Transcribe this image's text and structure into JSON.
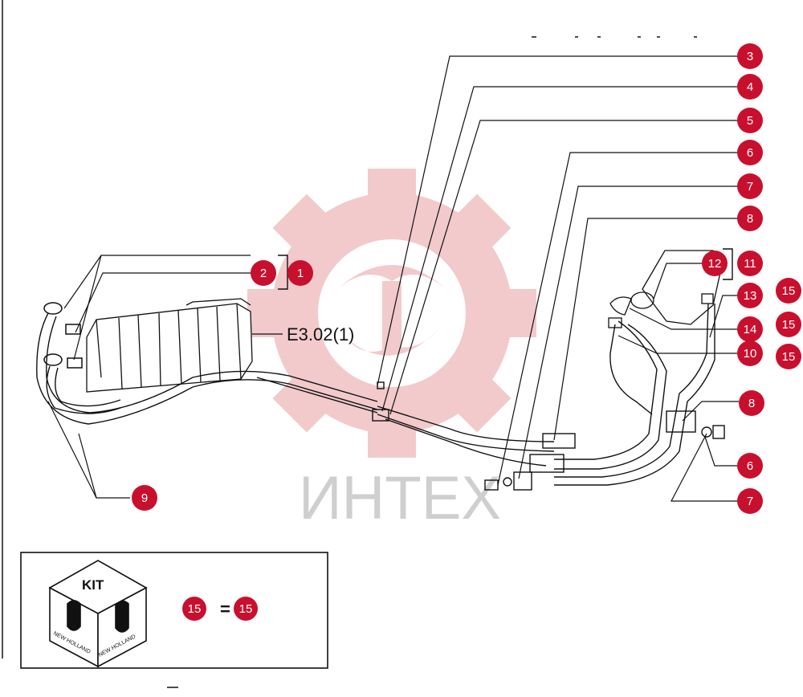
{
  "colors": {
    "callout": "#c8102e",
    "callout_text": "#ffffff",
    "line": "#111111",
    "watermark_gear": "#e8a0a4",
    "watermark_text": "#cfcfcf"
  },
  "reference_label": "E3.02(1)",
  "watermark_text": "ИНТЕХ",
  "kit": {
    "label": "KIT",
    "brand_left": "NEW HOLLAND",
    "brand_right": "NEW HOLLAND",
    "equation_left": "15",
    "equation_sign": "=",
    "equation_right": "15"
  },
  "callouts": [
    {
      "id": "c3",
      "label": "3"
    },
    {
      "id": "c4",
      "label": "4"
    },
    {
      "id": "c5",
      "label": "5"
    },
    {
      "id": "c6a",
      "label": "6"
    },
    {
      "id": "c7a",
      "label": "7"
    },
    {
      "id": "c8a",
      "label": "8"
    },
    {
      "id": "c2",
      "label": "2"
    },
    {
      "id": "c1",
      "label": "1"
    },
    {
      "id": "c12",
      "label": "12"
    },
    {
      "id": "c11",
      "label": "11"
    },
    {
      "id": "c13",
      "label": "13"
    },
    {
      "id": "c15a",
      "label": "15"
    },
    {
      "id": "c14",
      "label": "14"
    },
    {
      "id": "c15b",
      "label": "15"
    },
    {
      "id": "c10",
      "label": "10"
    },
    {
      "id": "c15c",
      "label": "15"
    },
    {
      "id": "c8b",
      "label": "8"
    },
    {
      "id": "c6b",
      "label": "6"
    },
    {
      "id": "c7b",
      "label": "7"
    },
    {
      "id": "c9",
      "label": "9"
    }
  ]
}
